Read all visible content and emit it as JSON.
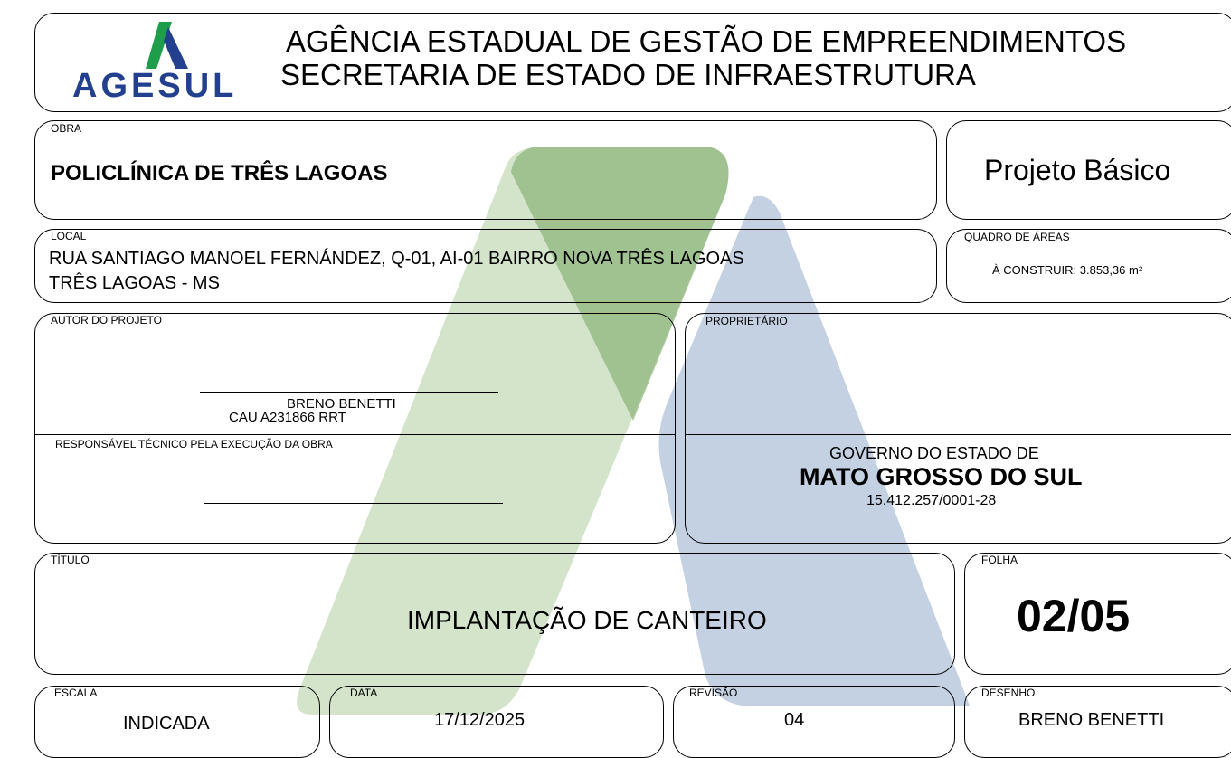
{
  "header": {
    "logo_text": "AGESUL",
    "line1": "AGÊNCIA  ESTADUAL DE GESTÃO DE EMPREENDIMENTOS",
    "line2": "SECRETARIA DE ESTADO DE INFRAESTRUTURA"
  },
  "obra": {
    "label": "OBRA",
    "value": "POLICLÍNICA DE TRÊS LAGOAS"
  },
  "fase": {
    "value": "Projeto Básico"
  },
  "local": {
    "label": "LOCAL",
    "line1": "RUA SANTIAGO MANOEL FERNÁNDEZ, Q-01, AI-01 BAIRRO NOVA TRÊS LAGOAS",
    "line2": "TRÊS LAGOAS - MS"
  },
  "areas": {
    "label": "QUADRO DE ÁREAS",
    "value": "À CONSTRUIR: 3.853,36   m²"
  },
  "autor": {
    "label": "AUTOR DO PROJETO",
    "name": "BRENO BENETTI",
    "registro": "CAU A231866  RRT"
  },
  "responsavel": {
    "label": "RESPONSÁVEL TÉCNICO PELA EXECUÇÃO DA OBRA"
  },
  "proprietario": {
    "label": "PROPRIETÁRIO",
    "line1": "GOVERNO DO ESTADO DE",
    "line2": "MATO GROSSO DO SUL",
    "line3": "15.412.257/0001-28"
  },
  "titulo": {
    "label": "TÍTULO",
    "value": "IMPLANTAÇÃO DE CANTEIRO"
  },
  "folha": {
    "label": "FOLHA",
    "value": "02/05"
  },
  "escala": {
    "label": "ESCALA",
    "value": "INDICADA"
  },
  "data": {
    "label": "DATA",
    "value": "17/12/2025"
  },
  "revisao": {
    "label": "REVISÃO",
    "value": "04"
  },
  "desenho": {
    "label": "DESENHO",
    "value": "BRENO BENETTI"
  },
  "colors": {
    "green": "#1e9e4a",
    "blue": "#23408e",
    "wm_green": "#c6dbb8",
    "wm_green_dark": "#8fb77c",
    "wm_blue": "#b7c7dc"
  }
}
